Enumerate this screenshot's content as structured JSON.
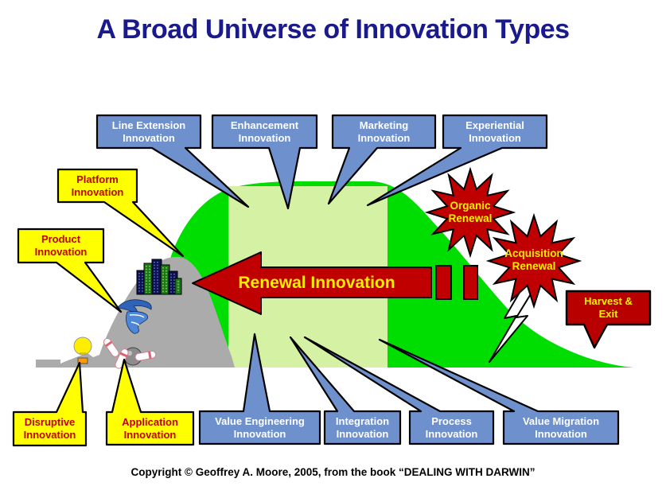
{
  "title": "A Broad Universe of Innovation Types",
  "copyright": "Copyright © Geoffrey A. Moore, 2005, from the book “DEALING WITH DARWIN”",
  "arrow": {
    "label": "Renewal Innovation"
  },
  "callouts": {
    "top": [
      {
        "label": "Line Extension Innovation"
      },
      {
        "label": "Enhancement Innovation"
      },
      {
        "label": "Marketing Innovation"
      },
      {
        "label": "Experiential Innovation"
      }
    ],
    "left": [
      {
        "label": "Platform Innovation"
      },
      {
        "label": "Product Innovation"
      }
    ],
    "bottom_yellow": [
      {
        "label": "Disruptive Innovation"
      },
      {
        "label": "Application Innovation"
      }
    ],
    "bottom_blue": [
      {
        "label": "Value Engineering Innovation"
      },
      {
        "label": "Integration Innovation"
      },
      {
        "label": "Process Innovation"
      },
      {
        "label": "Value Migration Innovation"
      }
    ]
  },
  "starbursts": [
    {
      "label": "Organic Renewal"
    },
    {
      "label": "Acquisition Renewal"
    }
  ],
  "harvest": {
    "label": "Harvest & Exit"
  },
  "icons": [
    "city-buildings-icon",
    "tornado-icon",
    "lightbulb-icon",
    "bowling-strike-icon",
    "lightning-bolt-icon"
  ],
  "colors": {
    "title_navy": "#1a1a8c",
    "callout_blue": "#6e90cc",
    "callout_yellow": "#ffff00",
    "red": "#c00000",
    "burst_text_yellow": "#ffee00",
    "curve_green": "#00dd00",
    "band_green": "#d5f1a4",
    "mountain_gray": "#ababab"
  }
}
